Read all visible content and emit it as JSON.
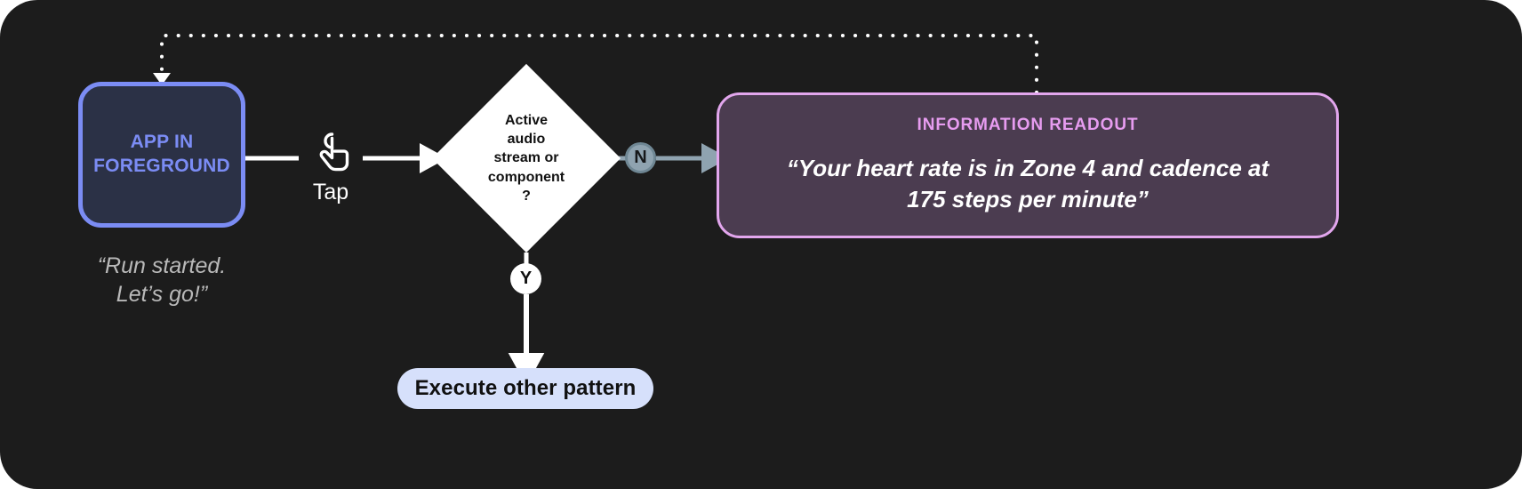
{
  "diagram": {
    "title": "Tap interaction flow for active audio stream",
    "background_color": "#1c1c1c",
    "nodes": {
      "app_foreground": {
        "label": "APP IN\nFOREGROUND",
        "border_color": "#7b8cf4",
        "fill_color": "#2b3146",
        "text_color": "#7b8cf4"
      },
      "app_caption": {
        "text": "“Run started.\nLet’s go!”",
        "color": "#b9b9b9"
      },
      "tap": {
        "label": "Tap",
        "icon": "tap-hand-icon",
        "color": "#ffffff"
      },
      "decision": {
        "text": "Active\naudio\nstream or\ncomponent\n?",
        "fill_color": "#ffffff",
        "text_color": "#111111"
      },
      "branch_no": {
        "label": "N",
        "fill_color": "#8fa3b0",
        "text_color": "#16181a"
      },
      "branch_yes": {
        "label": "Y",
        "fill_color": "#ffffff",
        "text_color": "#111111"
      },
      "readout": {
        "title": "INFORMATION READOUT",
        "body": "“Your heart rate is in Zone 4 and cadence at\n175 steps per minute”",
        "border_color": "#e2a6ed",
        "fill_color": "#4b3c50",
        "title_color": "#e79cf0",
        "body_color": "#ffffff"
      },
      "execute_other": {
        "label": "Execute other pattern",
        "fill_color": "#d6e0fb",
        "text_color": "#111111"
      }
    },
    "connectors": {
      "feedback_loop_style": "dotted",
      "feedback_loop_color": "#ffffff",
      "solid_arrow_color": "#ffffff",
      "no_arrow_color": "#8fa3b0"
    }
  }
}
